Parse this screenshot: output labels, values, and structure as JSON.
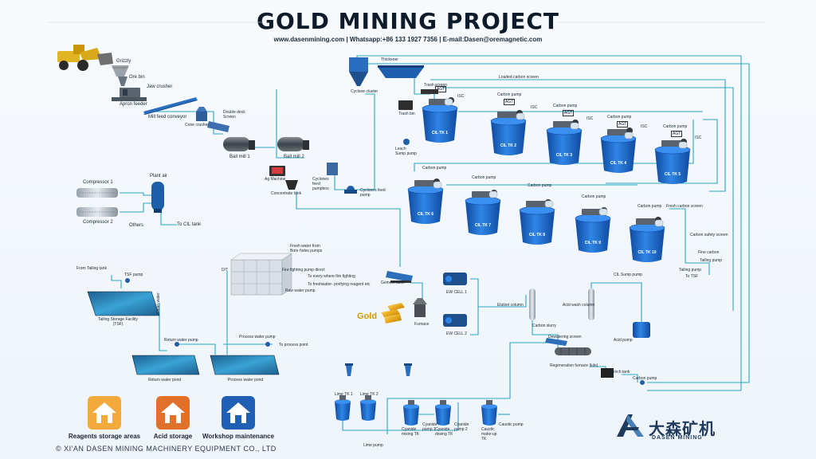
{
  "title": "GOLD MINING PROJECT",
  "subtitle": "www.dasenmining.com | Whatsapp:+86 133 1927 7356 | E-mail:Dasen@oremagnetic.com",
  "copyright": "© XI'AN DASEN MINING MACHINERY EQUIPMENT CO., LTD",
  "brand": {
    "cn": "大森矿机",
    "en": "DASEN MINING"
  },
  "product": "Gold",
  "labels": {
    "grizzly": "Grizzly",
    "ore_bin": "Ore bin",
    "jaw_crusher": "Jaw crusher",
    "apron_feeder": "Apron feeder",
    "mill_feed_conveyor": "Mill feed conveyor",
    "cone_crusher": "Cone crusher",
    "double_deck_screen": "Double deck Screen",
    "ball_mill_1": "Ball mill 1",
    "ball_mill_2": "Ball mill 2",
    "ag_machine": "Ag Machine",
    "concentrate_tank": "Concentrate tank",
    "cyclones_feed_pumpbox": "Cyclones feed pumpbox",
    "cyclones_feed_pump": "Cyclones feed pump",
    "cyclone_cluster": "Cyclone cluster",
    "thickener": "Thickener",
    "trash_screen": "Trash screen",
    "trash_bin": "Trash bin",
    "leach_sump_pump": "Leach Sump pump",
    "isc": "ISC",
    "agt": "AGT",
    "carbon_pump": "Carbon pump",
    "loaded_carbon_screen": "Loaded carbon screen",
    "fresh_carbon_screen": "Fresh carbon screen",
    "carbon_safety_screen": "Carbon safety screen",
    "fine_carbon": "Fine carbon",
    "tailing_pump": "Tailing pump",
    "to_tsf": "To TSF",
    "cil_sump_pump": "CIL Sump pump",
    "compressor_1": "Compressor 1",
    "compressor_2": "Compressor 2",
    "plant_air": "Plant air",
    "others": "Others",
    "to_cil_tank": "To CIL tank",
    "fresh_water": "Fresh water from Bore holes pumps",
    "fire_fighting_pump": "Fire fighting pump direct",
    "to_fire_fighting": "To every where fire fighting",
    "to_reagent": "To freshwater- porifying reagent etc",
    "raw_water_pump": "Raw water pump",
    "dit": "D/T",
    "from_tailing_tank": "From Tailing tank",
    "tsf_pump": "TSF pump",
    "tsf": "Tailing Storage Facility (TSF)",
    "clean_water": "Clean water",
    "return_water_pump": "Return water pump",
    "return_water_pond": "Return water pond",
    "process_water_pump": "Process water pump",
    "to_process_point": "To process point",
    "process_water_pond": "Process water pond",
    "gemeni_table": "Gemeni table",
    "furnace": "Furnace",
    "ew_cell_1": "EW CELL 1",
    "ew_cell_2": "EW CELL 2",
    "elution_column": "Elution column",
    "carbon_slurry": "Carbon slurry",
    "acid_wash_column": "Acid wash column",
    "acid_pump": "Acid pump",
    "dewatering_screen": "Dewatering screen",
    "regeneration_kiln": "Regeneration furnace (kiln)",
    "quench_tank": "Quench tank",
    "lime_tk1": "Lime TK 1",
    "lime_tk2": "Lime TK 2",
    "lime_pump": "Lime pump",
    "cyanide_mixing": "Cyanide mixing TK",
    "cyanide_pump1": "Cyanide pump 1",
    "cyanide_dosing": "Cyanide dosing TK",
    "cyanide_pump2": "Cyanide pump 2",
    "caustic_makeup": "Caustic make-up TK",
    "caustic_pump": "Caustic pump"
  },
  "tanks": [
    "CIL TK 1",
    "CIL TK 2",
    "CIL TK 3",
    "CIL TK 4",
    "CIL TK 5",
    "CIL TK 6",
    "CIL TK 7",
    "CIL TK 8",
    "CIL TK 9",
    "CIL TK 10"
  ],
  "storage": [
    {
      "label": "Reagents storage areas",
      "color": "#f4a93b"
    },
    {
      "label": "Acid storage",
      "color": "#e0702a"
    },
    {
      "label": "Workshop maintenance",
      "color": "#1f5fb5"
    }
  ],
  "colors": {
    "pipe": "#2aa6c8",
    "tank": "#1f6fd1",
    "tank_dark": "#0f4aa0",
    "water": "#2b8fc2"
  }
}
